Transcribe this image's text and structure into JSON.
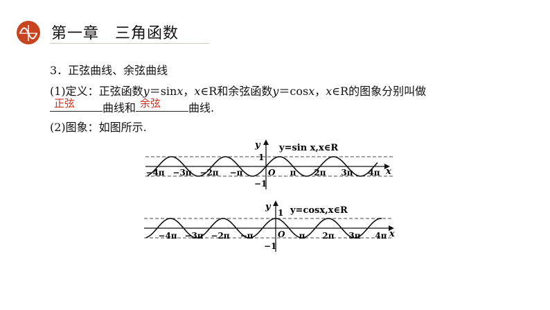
{
  "header": {
    "logo_icon": "sine-wave-logo-icon",
    "title": "第一章　三角函数",
    "accent": "#c8431f"
  },
  "section": {
    "heading": "3．正弦曲线、余弦曲线",
    "def_label": "(1)定义：正弦函数",
    "def_y1": "y",
    "def_eq1": "＝sin",
    "def_x1": "x",
    "def_sep1": "，",
    "def_x2": "x",
    "def_in1": "∈R和余弦函数",
    "def_y2": "y",
    "def_eq2": "＝cos",
    "def_x3": "x",
    "def_sep2": "，",
    "def_x4": "x",
    "def_in2": "∈R的图象分别叫做",
    "blank1_answer": "正弦",
    "mid_text": "曲线和",
    "blank2_answer": "余弦",
    "end_text": "曲线.",
    "graph_label": "(2)图象：如图所示.",
    "answer_color": "#d0321f"
  },
  "figures": [
    {
      "function": "sin",
      "caption": "y=sin x,x∈R",
      "y_axis_label": "y",
      "x_axis_label": "x",
      "origin_label": "O",
      "y_ticks": [
        "1",
        "−1"
      ],
      "x_ticks": [
        "−4π",
        "−3π",
        "−2π",
        "−π",
        "π",
        "2π",
        "3π",
        "4π"
      ]
    },
    {
      "function": "cos",
      "caption": "y=cosx,x∈R",
      "y_axis_label": "y",
      "x_axis_label": "x",
      "origin_label": "O",
      "y_ticks": [
        "1",
        "−1"
      ],
      "x_ticks": [
        "−4π",
        "−3π",
        "−2π",
        "−π",
        "π",
        "2π",
        "3π",
        "4π"
      ]
    }
  ]
}
